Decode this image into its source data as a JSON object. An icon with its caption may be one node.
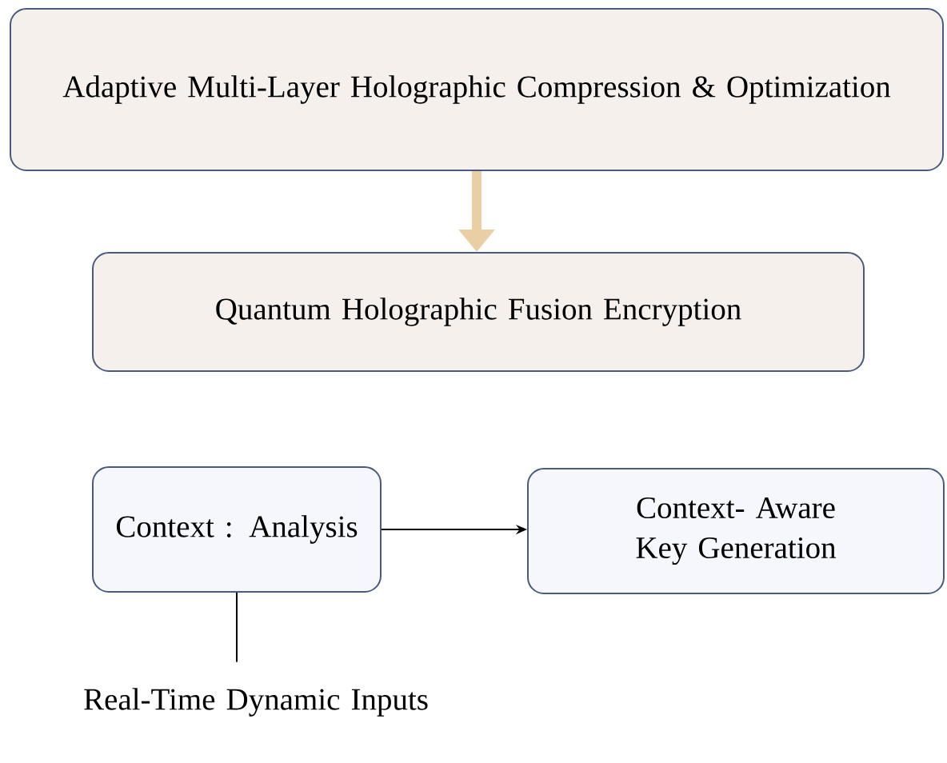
{
  "diagram": {
    "nodes": [
      {
        "text": [
          "Adaptive Multi-Layer Holographic Compression & Optimization"
        ]
      },
      {
        "text": [
          "Quantum Holographic Fusion Encryption"
        ]
      },
      {
        "text": [
          "Context : Analysis"
        ]
      },
      {
        "text": [
          "Context- Aware Key Generation"
        ]
      },
      {
        "text": [
          "Real-Time Dynamic Inputs"
        ]
      }
    ],
    "edges": [
      {
        "from": 0,
        "to": 1,
        "arrow": "to",
        "style": "thick",
        "color": "#e9cfa3"
      },
      {
        "from": 2,
        "to": 3,
        "arrow": "to"
      },
      {
        "from": 2,
        "to": 4,
        "arrow": "none"
      }
    ]
  }
}
